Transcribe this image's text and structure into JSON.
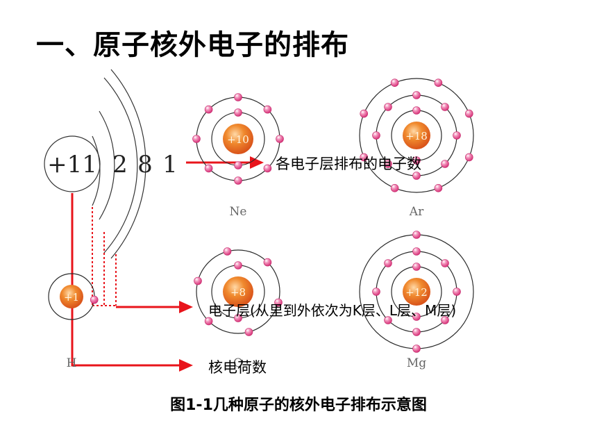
{
  "title": "一、原子核外电子的排布",
  "caption": "图1-1几种原子的核外电子排布示意图",
  "sodium": {
    "nucleus_charge": "+11",
    "shell_electrons": [
      "2",
      "8",
      "1"
    ]
  },
  "annotations": {
    "electron_count": "各电子层排布的电子数",
    "shells": "电子层(从里到外依次为K层、L层、M层)",
    "nuclear_charge": "核电荷数"
  },
  "atoms": [
    {
      "symbol": "Ne",
      "charge": "+10",
      "shells": [
        2,
        8
      ]
    },
    {
      "symbol": "Ar",
      "charge": "+18",
      "shells": [
        2,
        8,
        8
      ]
    },
    {
      "symbol": "H",
      "charge": "+1",
      "shells": [
        1
      ]
    },
    {
      "symbol": "O",
      "charge": "+8",
      "shells": [
        2,
        6
      ]
    },
    {
      "symbol": "Mg",
      "charge": "+12",
      "shells": [
        2,
        8,
        2
      ]
    }
  ],
  "colors": {
    "arrow": "#e8141b",
    "electron": "#e94a8a",
    "nucleus": "#f07a28",
    "orbit": "#2a2a2a"
  }
}
